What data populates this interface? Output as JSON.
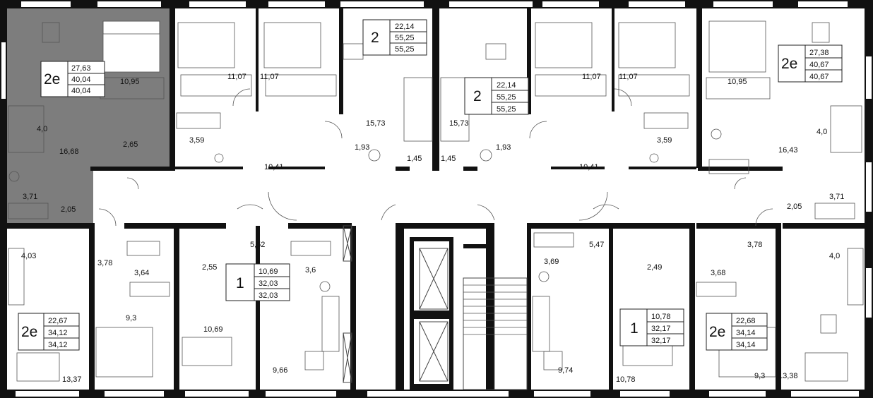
{
  "colors": {
    "wall": "#111111",
    "highlight": "#7d7d7d",
    "background": "#ffffff"
  },
  "apartments": [
    {
      "id": "top-left",
      "type": "2е",
      "values": [
        "27,63",
        "40,04",
        "40,04"
      ],
      "highlighted": true
    },
    {
      "id": "top-center-left",
      "type": "2",
      "values": [
        "22,14",
        "55,25",
        "55,25"
      ],
      "highlighted": false
    },
    {
      "id": "top-center-right",
      "type": "2",
      "values": [
        "22,14",
        "55,25",
        "55,25"
      ],
      "highlighted": false
    },
    {
      "id": "top-right",
      "type": "2е",
      "values": [
        "27,38",
        "40,67",
        "40,67"
      ],
      "highlighted": false
    },
    {
      "id": "bottom-left",
      "type": "2е",
      "values": [
        "22,67",
        "34,12",
        "34,12"
      ],
      "highlighted": false
    },
    {
      "id": "bottom-center-left",
      "type": "1",
      "values": [
        "10,69",
        "32,03",
        "32,03"
      ],
      "highlighted": false
    },
    {
      "id": "bottom-center-right",
      "type": "1",
      "values": [
        "10,78",
        "32,17",
        "32,17"
      ],
      "highlighted": false
    },
    {
      "id": "bottom-right",
      "type": "2е",
      "values": [
        "22,68",
        "34,14",
        "34,14"
      ],
      "highlighted": false
    }
  ],
  "room_areas": [
    "10,95",
    "4,0",
    "16,68",
    "2,65",
    "3,71",
    "2,05",
    "11,07",
    "3,59",
    "10,41",
    "11,07",
    "15,73",
    "1,93",
    "1,45",
    "15,73",
    "1,45",
    "1,93",
    "11,07",
    "10,41",
    "3,59",
    "11,07",
    "10,95",
    "4,0",
    "16,43",
    "2,05",
    "3,71",
    "4,03",
    "3,78",
    "3,64",
    "9,3",
    "13,37",
    "2,55",
    "5,52",
    "10,69",
    "3,6",
    "9,66",
    "3,69",
    "5,47",
    "9,74",
    "2,49",
    "10,78",
    "3,78",
    "3,68",
    "9,3",
    "4,0",
    "13,38"
  ]
}
